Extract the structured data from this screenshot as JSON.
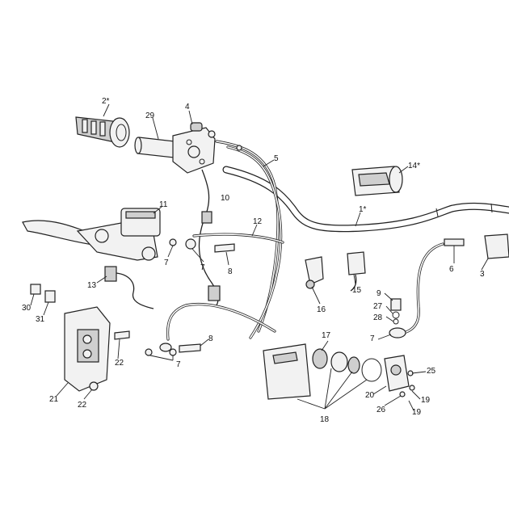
{
  "callouts": [
    {
      "id": "c1",
      "text": "1*"
    },
    {
      "id": "c2",
      "text": "2*"
    },
    {
      "id": "c3",
      "text": "3"
    },
    {
      "id": "c4",
      "text": "4"
    },
    {
      "id": "c5",
      "text": "5"
    },
    {
      "id": "c6",
      "text": "6"
    },
    {
      "id": "c7a",
      "text": "7"
    },
    {
      "id": "c7b",
      "text": "7"
    },
    {
      "id": "c7c",
      "text": "7"
    },
    {
      "id": "c7d",
      "text": "7"
    },
    {
      "id": "c8a",
      "text": "8"
    },
    {
      "id": "c8b",
      "text": "8"
    },
    {
      "id": "c9",
      "text": "9"
    },
    {
      "id": "c10",
      "text": "10"
    },
    {
      "id": "c11",
      "text": "11"
    },
    {
      "id": "c12",
      "text": "12"
    },
    {
      "id": "c13",
      "text": "13"
    },
    {
      "id": "c14",
      "text": "14*"
    },
    {
      "id": "c15",
      "text": "15"
    },
    {
      "id": "c16",
      "text": "16"
    },
    {
      "id": "c17",
      "text": "17"
    },
    {
      "id": "c18",
      "text": "18"
    },
    {
      "id": "c19a",
      "text": "19"
    },
    {
      "id": "c19b",
      "text": "19"
    },
    {
      "id": "c20",
      "text": "20"
    },
    {
      "id": "c21",
      "text": "21"
    },
    {
      "id": "c22a",
      "text": "22"
    },
    {
      "id": "c22b",
      "text": "22"
    },
    {
      "id": "c25",
      "text": "25"
    },
    {
      "id": "c26",
      "text": "26"
    },
    {
      "id": "c27",
      "text": "27"
    },
    {
      "id": "c28",
      "text": "28"
    },
    {
      "id": "c29",
      "text": "29"
    },
    {
      "id": "c30",
      "text": "30"
    },
    {
      "id": "c31",
      "text": "31"
    }
  ]
}
